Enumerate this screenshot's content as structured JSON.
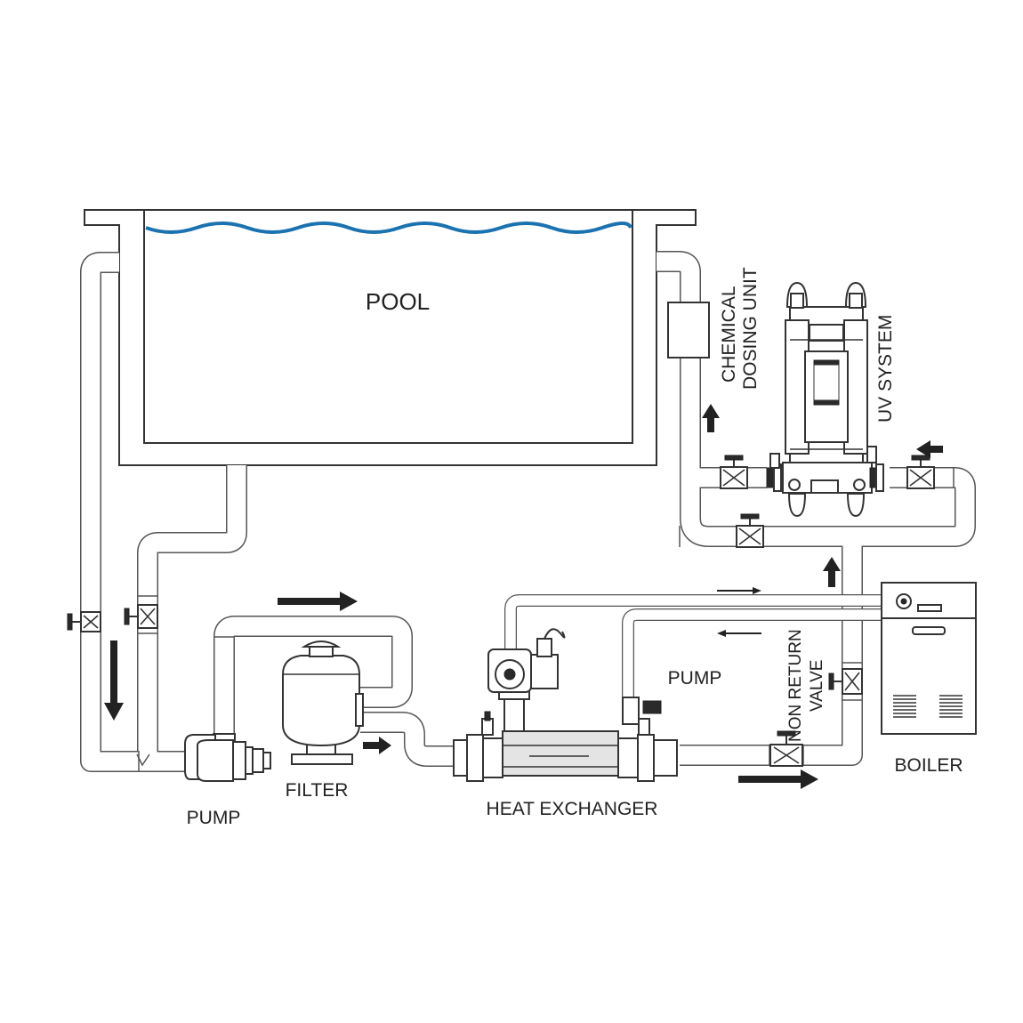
{
  "labels": {
    "pool": "POOL",
    "chemical_line1": "CHEMICAL",
    "chemical_line2": "DOSING UNIT",
    "uv_system": "UV SYSTEM",
    "pump_right": "PUMP",
    "non_return_line1": "NON RETURN",
    "non_return_line2": "VALVE",
    "boiler": "BOILER",
    "filter": "FILTER",
    "pump_left": "PUMP",
    "heat_exchanger": "HEAT EXCHANGER"
  },
  "colors": {
    "water": "#1a73b0",
    "line": "#333333",
    "arrow": "#222222"
  },
  "icons": {
    "flow_arrow": "arrow-icon",
    "valve": "valve-icon"
  }
}
